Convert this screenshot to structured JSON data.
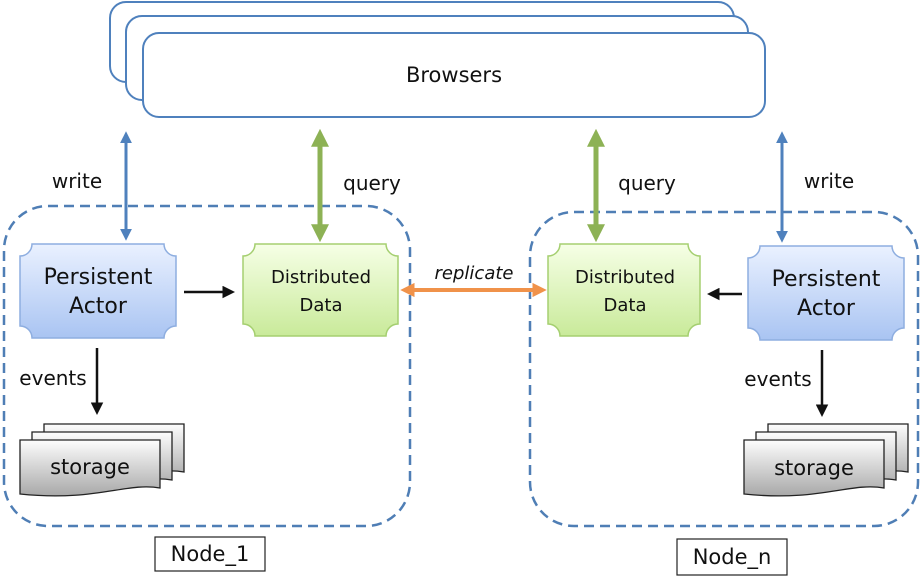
{
  "browsers": {
    "label": "Browsers"
  },
  "node_1": {
    "label": "Node_1",
    "write_label": "write",
    "query_label": "query",
    "events_label": "events",
    "actor": {
      "line1": "Persistent",
      "line2": "Actor"
    },
    "data": {
      "line1": "Distributed",
      "line2": "Data"
    },
    "storage_label": "storage"
  },
  "node_n": {
    "label": "Node_n",
    "write_label": "write",
    "query_label": "query",
    "events_label": "events",
    "actor": {
      "line1": "Persistent",
      "line2": "Actor"
    },
    "data": {
      "line1": "Distributed",
      "line2": "Data"
    },
    "storage_label": "storage"
  },
  "replicate_label": "replicate",
  "colors": {
    "browser_border": "#4f81bd",
    "node_border": "#4f7eb5",
    "write_arrow": "#4f81bd",
    "query_arrow": "#8db255",
    "replicate_arrow": "#f0924a",
    "actor_fill_top": "#eaf1ff",
    "actor_fill_bottom": "#a9c4f2",
    "data_fill_top": "#f6ffe6",
    "data_fill_bottom": "#c9ea9a",
    "storage_fill_top": "#fdfdfd",
    "storage_fill_bottom": "#a8a8a8"
  }
}
